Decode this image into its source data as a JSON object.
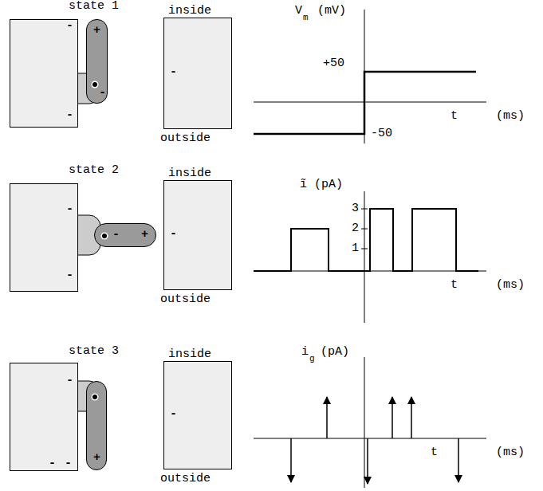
{
  "diagram": {
    "nodes": [
      {
        "text": [
          "-",
          "-"
        ]
      },
      {
        "text": [
          "+",
          "-"
        ]
      },
      {
        "text": [
          "inside",
          "-",
          "outside"
        ]
      },
      {
        "text": [
          "-",
          "-"
        ]
      },
      {
        "text": [
          "-",
          "+"
        ]
      },
      {
        "text": [
          "inside",
          "-",
          "outside"
        ]
      },
      {
        "text": [
          "-",
          "-",
          "-"
        ]
      },
      {
        "text": [
          "+"
        ]
      },
      {
        "text": [
          "inside",
          "-",
          "outside"
        ]
      }
    ],
    "labels": [
      "state 1",
      "state 2",
      "state 3",
      "V",
      "m",
      "(mV)",
      "+50",
      "-50",
      "t",
      "(ms)",
      "ĩ (pA)",
      "3",
      "2",
      "1",
      "t",
      "(ms)",
      "i",
      "g",
      "(pA)",
      "t",
      "(ms)"
    ]
  }
}
